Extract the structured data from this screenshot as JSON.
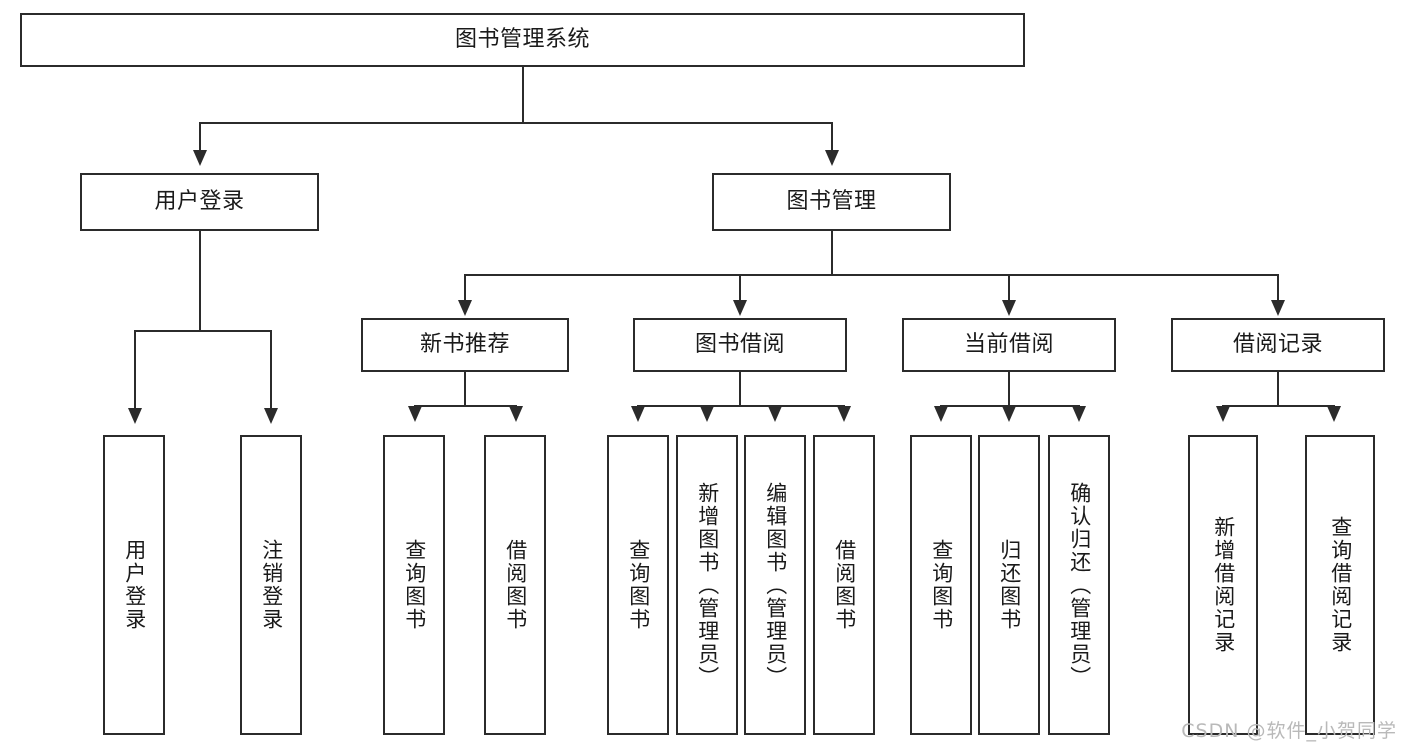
{
  "diagram": {
    "title": "图书管理系统",
    "type": "tree-hierarchy",
    "watermark": "CSDN @软件_小贺同学",
    "colors": {
      "background": "#ffffff",
      "box_border": "#2b2b2b",
      "box_fill": "#ffffff",
      "text": "#1a1a1a",
      "connector": "#2b2b2b",
      "watermark": "#b9b9b9"
    },
    "root": {
      "label": "图书管理系统"
    },
    "level2": [
      {
        "key": "user_login",
        "label": "用户登录"
      },
      {
        "key": "book_manage",
        "label": "图书管理"
      }
    ],
    "level3": [
      {
        "key": "new_book_rec",
        "label": "新书推荐",
        "parent": "book_manage"
      },
      {
        "key": "book_borrow",
        "label": "图书借阅",
        "parent": "book_manage"
      },
      {
        "key": "current_borrow",
        "label": "当前借阅",
        "parent": "book_manage"
      },
      {
        "key": "borrow_record",
        "label": "借阅记录",
        "parent": "book_manage"
      }
    ],
    "leaves": {
      "user_login": [
        {
          "key": "leaf-user-login",
          "label": "用户登录"
        },
        {
          "key": "leaf-user-logout",
          "label": "注销登录"
        }
      ],
      "new_book_rec": [
        {
          "key": "leaf-query-book-1",
          "label": "查询图书"
        },
        {
          "key": "leaf-borrow-book-1",
          "label": "借阅图书"
        }
      ],
      "book_borrow": [
        {
          "key": "leaf-query-book-2",
          "label": "查询图书"
        },
        {
          "key": "leaf-add-book",
          "label": "新增图书（管理员）"
        },
        {
          "key": "leaf-edit-book",
          "label": "编辑图书（管理员）"
        },
        {
          "key": "leaf-borrow-book-2",
          "label": "借阅图书"
        }
      ],
      "current_borrow": [
        {
          "key": "leaf-query-book-3",
          "label": "查询图书"
        },
        {
          "key": "leaf-return-book",
          "label": "归还图书"
        },
        {
          "key": "leaf-confirm-return",
          "label": "确认归还（管理员）"
        }
      ],
      "borrow_record": [
        {
          "key": "leaf-add-record",
          "label": "新增借阅记录"
        },
        {
          "key": "leaf-query-record",
          "label": "查询借阅记录"
        }
      ]
    }
  }
}
